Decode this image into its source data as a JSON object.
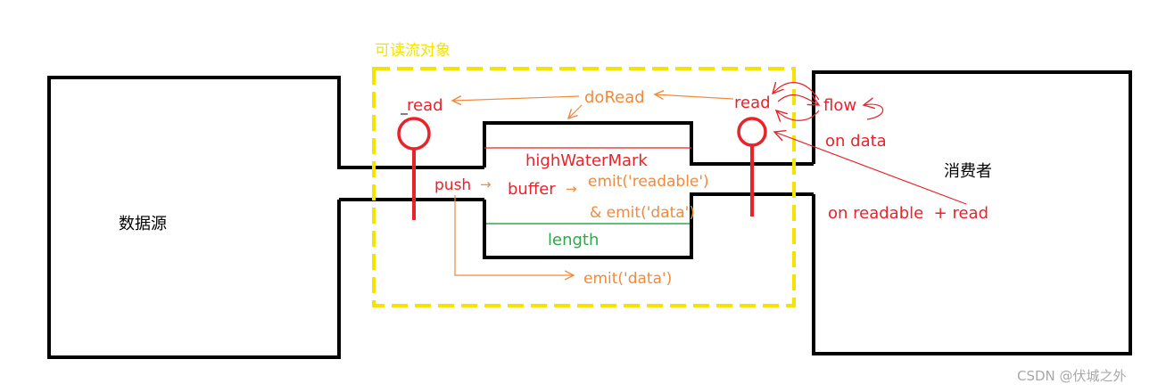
{
  "colors": {
    "black": "#000000",
    "yellow": "#f5e400",
    "red": "#e8232b",
    "orange": "#f08a3c",
    "green": "#2ca84a",
    "gray": "#a8a8a8"
  },
  "labels": {
    "readable_stream_object": "可读流对象",
    "data_source": "数据源",
    "consumer": "消费者",
    "read_left": "read",
    "do_read": "doRead",
    "read_right": "read",
    "flow": "flow",
    "on_data": "on data",
    "high_water_mark": "highWaterMark",
    "push": "push",
    "push_arrow": "→",
    "buffer": "buffer",
    "buffer_arrow": "→",
    "emit_readable": "emit('readable')",
    "emit_data_combined": "& emit('data')",
    "length": "length",
    "emit_data": "emit('data')",
    "on_readable_read": "on readable  + read",
    "watermark": "CSDN @伏城之外"
  }
}
